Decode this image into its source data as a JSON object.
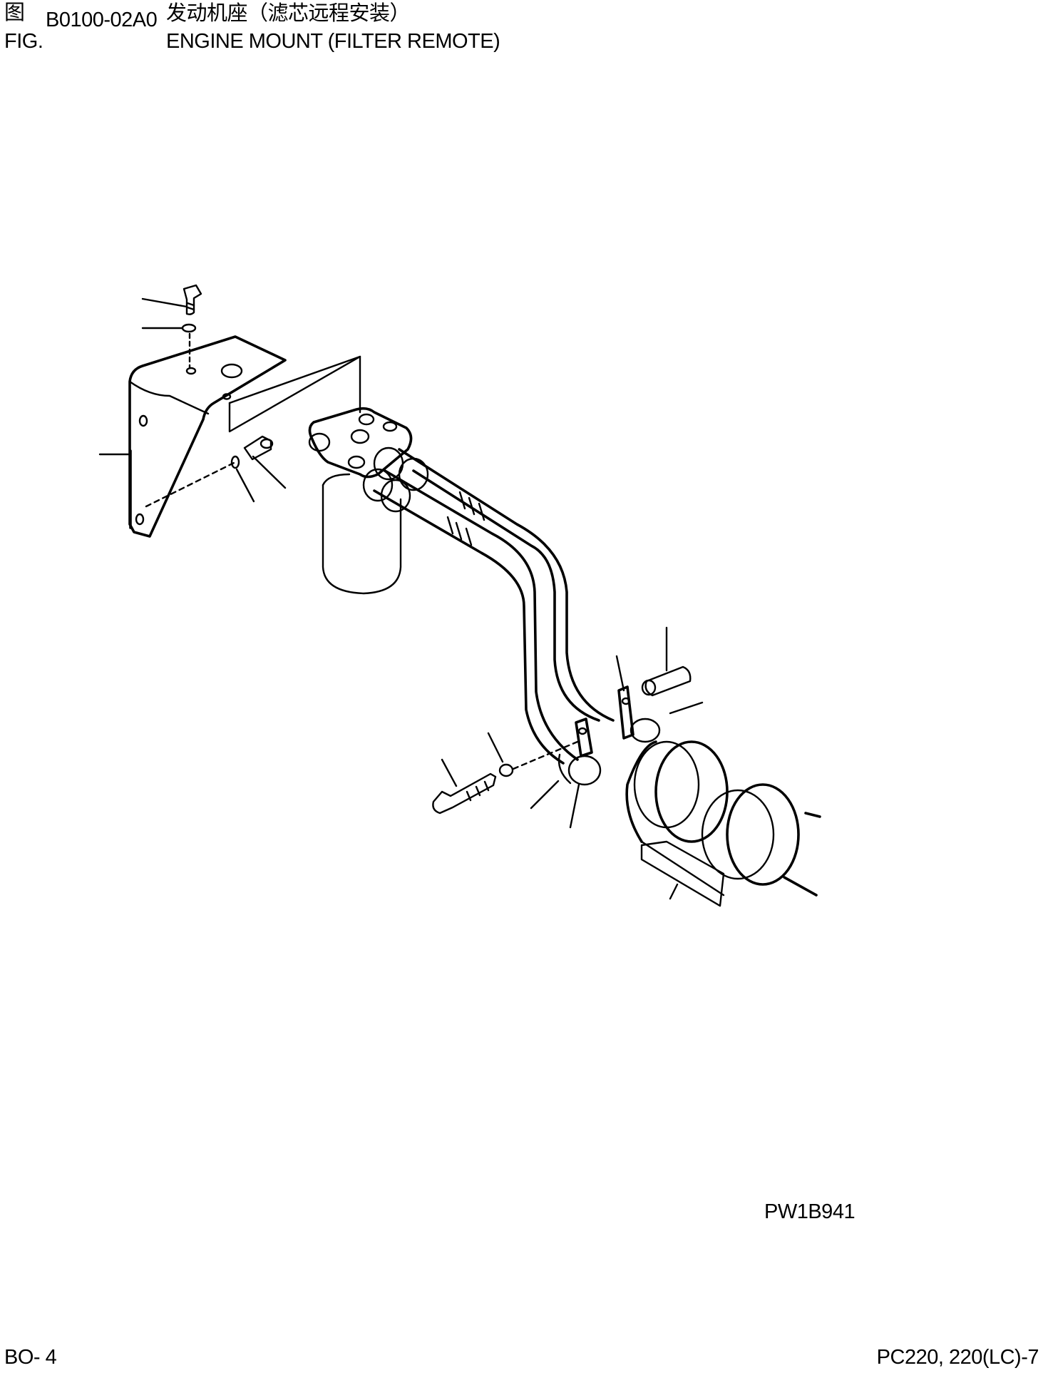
{
  "header": {
    "fig_label_cn": "图",
    "fig_number": "B0100-02A0",
    "title_cn": "发动机座（滤芯远程安装）",
    "fig_label_en": "FIG.",
    "title_en": "ENGINE MOUNT (FILTER REMOTE)"
  },
  "diagram": {
    "drawing_code": "PW1B941"
  },
  "footer": {
    "page_number": "BO- 4",
    "model": "PC220, 220(LC)-7"
  }
}
